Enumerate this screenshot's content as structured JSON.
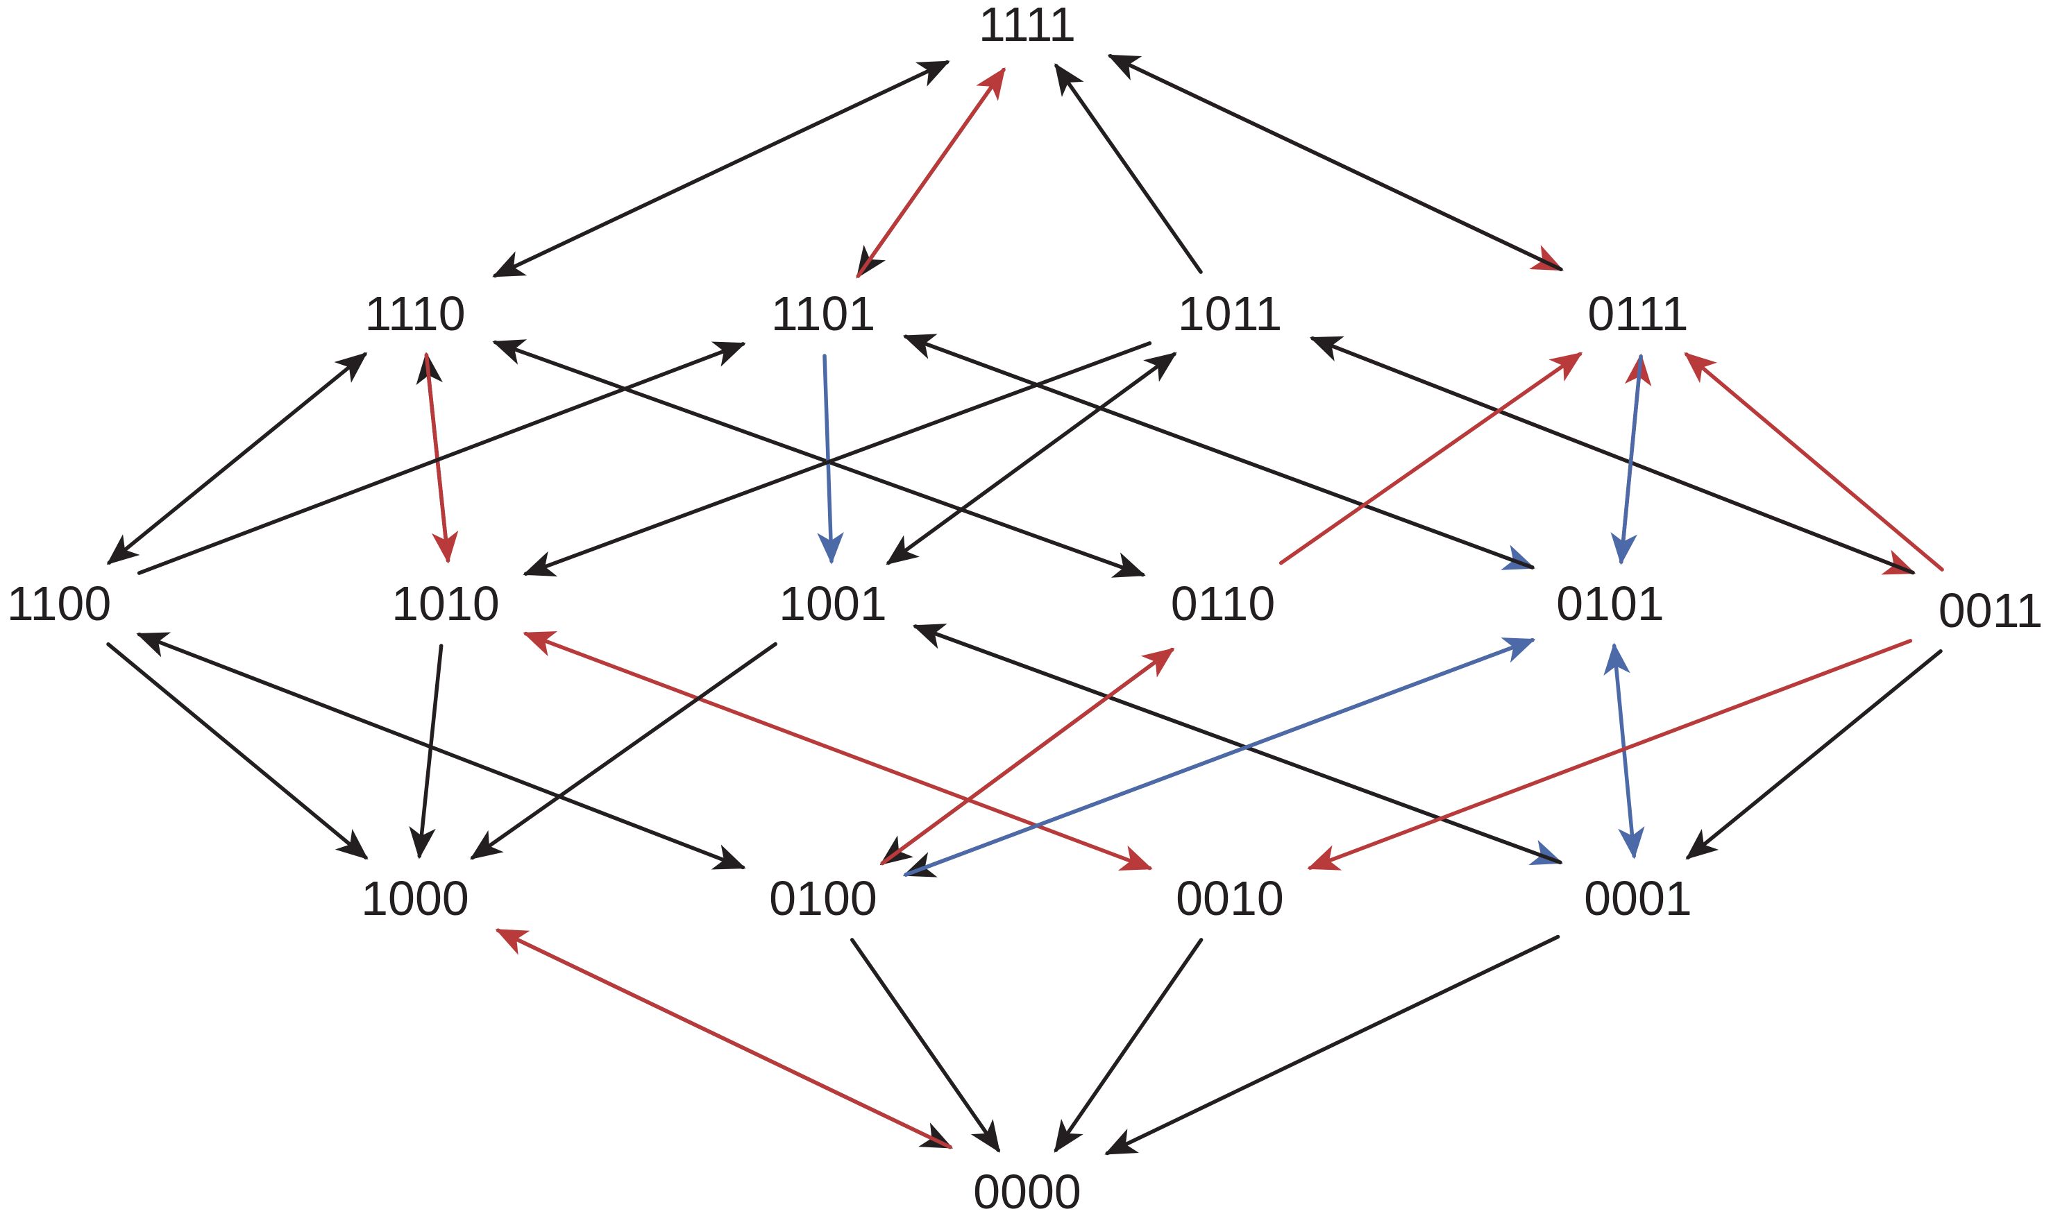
{
  "nodes": [
    {
      "id": "n1111",
      "label": "1111"
    },
    {
      "id": "n1110",
      "label": "1110"
    },
    {
      "id": "n1101",
      "label": "1101"
    },
    {
      "id": "n1011",
      "label": "1011"
    },
    {
      "id": "n0111",
      "label": "0111"
    },
    {
      "id": "n1100",
      "label": "1100"
    },
    {
      "id": "n1010",
      "label": "1010"
    },
    {
      "id": "n1001",
      "label": "1001"
    },
    {
      "id": "n0110",
      "label": "0110"
    },
    {
      "id": "n0101",
      "label": "0101"
    },
    {
      "id": "n0011",
      "label": "0011"
    },
    {
      "id": "n1000",
      "label": "1000"
    },
    {
      "id": "n0100",
      "label": "0100"
    },
    {
      "id": "n0010",
      "label": "0010"
    },
    {
      "id": "n0001",
      "label": "0001"
    },
    {
      "id": "n0000",
      "label": "0000"
    }
  ],
  "edges": [
    {
      "from": "1110",
      "to": "1111",
      "color": "black",
      "heads": "both"
    },
    {
      "from": "1111",
      "to": "1101",
      "color": "black",
      "heads": "end"
    },
    {
      "from": "1101",
      "to": "1111",
      "color": "red",
      "heads": "end"
    },
    {
      "from": "1011",
      "to": "1111",
      "color": "black",
      "heads": "end"
    },
    {
      "from": "1111",
      "to": "0111",
      "color": "red",
      "heads": "end"
    },
    {
      "from": "0111",
      "to": "1111",
      "color": "black",
      "heads": "end"
    },
    {
      "from": "1100",
      "to": "1110",
      "color": "black",
      "heads": "both"
    },
    {
      "from": "1010",
      "to": "1110",
      "color": "black",
      "heads": "end"
    },
    {
      "from": "1110",
      "to": "1010",
      "color": "red",
      "heads": "end"
    },
    {
      "from": "1110",
      "to": "0110",
      "color": "black",
      "heads": "both"
    },
    {
      "from": "1100",
      "to": "1101",
      "color": "black",
      "heads": "end"
    },
    {
      "from": "1101",
      "to": "1001",
      "color": "blue",
      "heads": "end"
    },
    {
      "from": "1101",
      "to": "0101",
      "color": "blue",
      "heads": "end"
    },
    {
      "from": "0101",
      "to": "1101",
      "color": "black",
      "heads": "end"
    },
    {
      "from": "1011",
      "to": "1010",
      "color": "black",
      "heads": "end"
    },
    {
      "from": "1001",
      "to": "1011",
      "color": "black",
      "heads": "both"
    },
    {
      "from": "1011",
      "to": "0011",
      "color": "red",
      "heads": "end"
    },
    {
      "from": "0011",
      "to": "1011",
      "color": "black",
      "heads": "end"
    },
    {
      "from": "0110",
      "to": "0111",
      "color": "red",
      "heads": "end"
    },
    {
      "from": "0101",
      "to": "0111",
      "color": "red",
      "heads": "end"
    },
    {
      "from": "0111",
      "to": "0101",
      "color": "blue",
      "heads": "end"
    },
    {
      "from": "0011",
      "to": "0111",
      "color": "red",
      "heads": "end"
    },
    {
      "from": "1100",
      "to": "1000",
      "color": "black",
      "heads": "end"
    },
    {
      "from": "1100",
      "to": "0100",
      "color": "black",
      "heads": "both"
    },
    {
      "from": "1010",
      "to": "1000",
      "color": "black",
      "heads": "end"
    },
    {
      "from": "1010",
      "to": "0010",
      "color": "red",
      "heads": "both"
    },
    {
      "from": "1001",
      "to": "1000",
      "color": "black",
      "heads": "end"
    },
    {
      "from": "1001",
      "to": "0001",
      "color": "blue",
      "heads": "end"
    },
    {
      "from": "0001",
      "to": "1001",
      "color": "black",
      "heads": "end"
    },
    {
      "from": "0110",
      "to": "0100",
      "color": "black",
      "heads": "end"
    },
    {
      "from": "0100",
      "to": "0110",
      "color": "red",
      "heads": "end"
    },
    {
      "from": "0101",
      "to": "0100",
      "color": "black",
      "heads": "end"
    },
    {
      "from": "0100",
      "to": "0101",
      "color": "blue",
      "heads": "end"
    },
    {
      "from": "0101",
      "to": "0001",
      "color": "blue",
      "heads": "both"
    },
    {
      "from": "0011",
      "to": "0010",
      "color": "red",
      "heads": "end"
    },
    {
      "from": "0011",
      "to": "0001",
      "color": "black",
      "heads": "end"
    },
    {
      "from": "1000",
      "to": "0000",
      "color": "black",
      "heads": "end"
    },
    {
      "from": "0000",
      "to": "1000",
      "color": "red",
      "heads": "end"
    },
    {
      "from": "0100",
      "to": "0000",
      "color": "black",
      "heads": "end"
    },
    {
      "from": "0010",
      "to": "0000",
      "color": "black",
      "heads": "end"
    },
    {
      "from": "0001",
      "to": "0000",
      "color": "black",
      "heads": "end"
    }
  ],
  "colors": {
    "black": "#231f20",
    "red": "#b83a3a",
    "blue": "#4d6aa8"
  }
}
